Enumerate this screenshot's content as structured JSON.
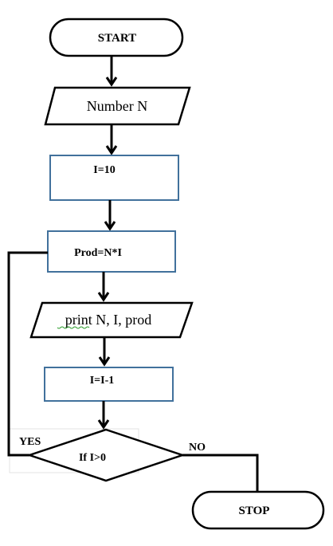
{
  "diagram": {
    "nodes": {
      "start": "START",
      "input": "Number N",
      "init": "I=10",
      "product": "Prod=N*I",
      "print_word": "print",
      "print_rest": " N, I, prod",
      "decrement": "I=I-1",
      "decision": "If I>0",
      "stop": "STOP"
    },
    "edges": {
      "yes": "YES",
      "no": "NO"
    },
    "colors": {
      "box_border": "#41719c",
      "line": "#000000",
      "spellcheck": "#2e9d2e"
    }
  }
}
